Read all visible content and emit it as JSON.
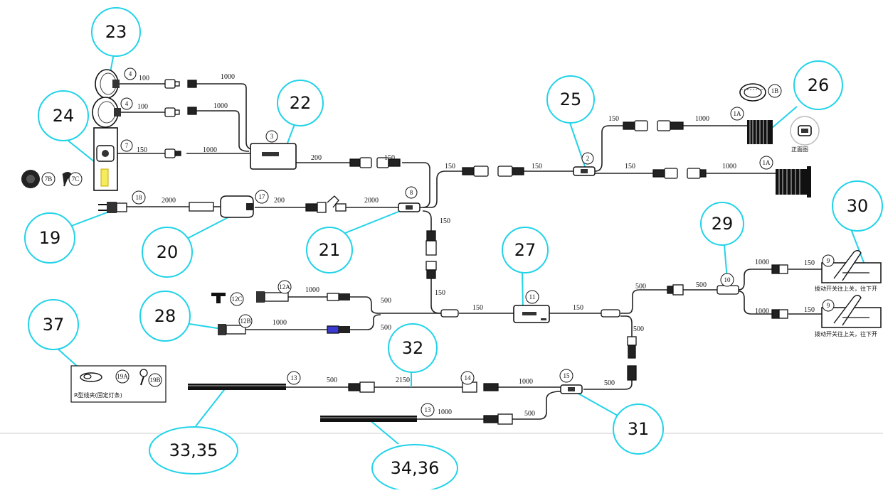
{
  "callouts": [
    "23",
    "24",
    "22",
    "25",
    "26",
    "19",
    "20",
    "21",
    "27",
    "29",
    "30",
    "28",
    "37",
    "32",
    "31",
    "33,35",
    "34,36"
  ],
  "tags": [
    "4",
    "4",
    "7",
    "7B",
    "7C",
    "3",
    "1B",
    "1A",
    "1A",
    "2",
    "18",
    "17",
    "8",
    "12A",
    "12C",
    "12B",
    "11",
    "10",
    "9",
    "9",
    "19A",
    "19B",
    "13",
    "14",
    "15",
    "13"
  ],
  "lengths": [
    "100",
    "1000",
    "100",
    "1000",
    "150",
    "1000",
    "200",
    "150",
    "150",
    "150",
    "150",
    "1000",
    "150",
    "1000",
    "2000",
    "200",
    "2000",
    "150",
    "150",
    "1000",
    "500",
    "1000",
    "500",
    "150",
    "150",
    "500",
    "500",
    "1000",
    "150",
    "1000",
    "150",
    "500",
    "500",
    "2150",
    "1000",
    "500",
    "1000",
    "500"
  ],
  "labels": {
    "front_view": "正面图",
    "switch_note_1": "拨动开关往上关，往下开",
    "switch_note_2": "拨动开关往上关，往下开",
    "clip_caption": "R型线夹(固定灯条)"
  }
}
